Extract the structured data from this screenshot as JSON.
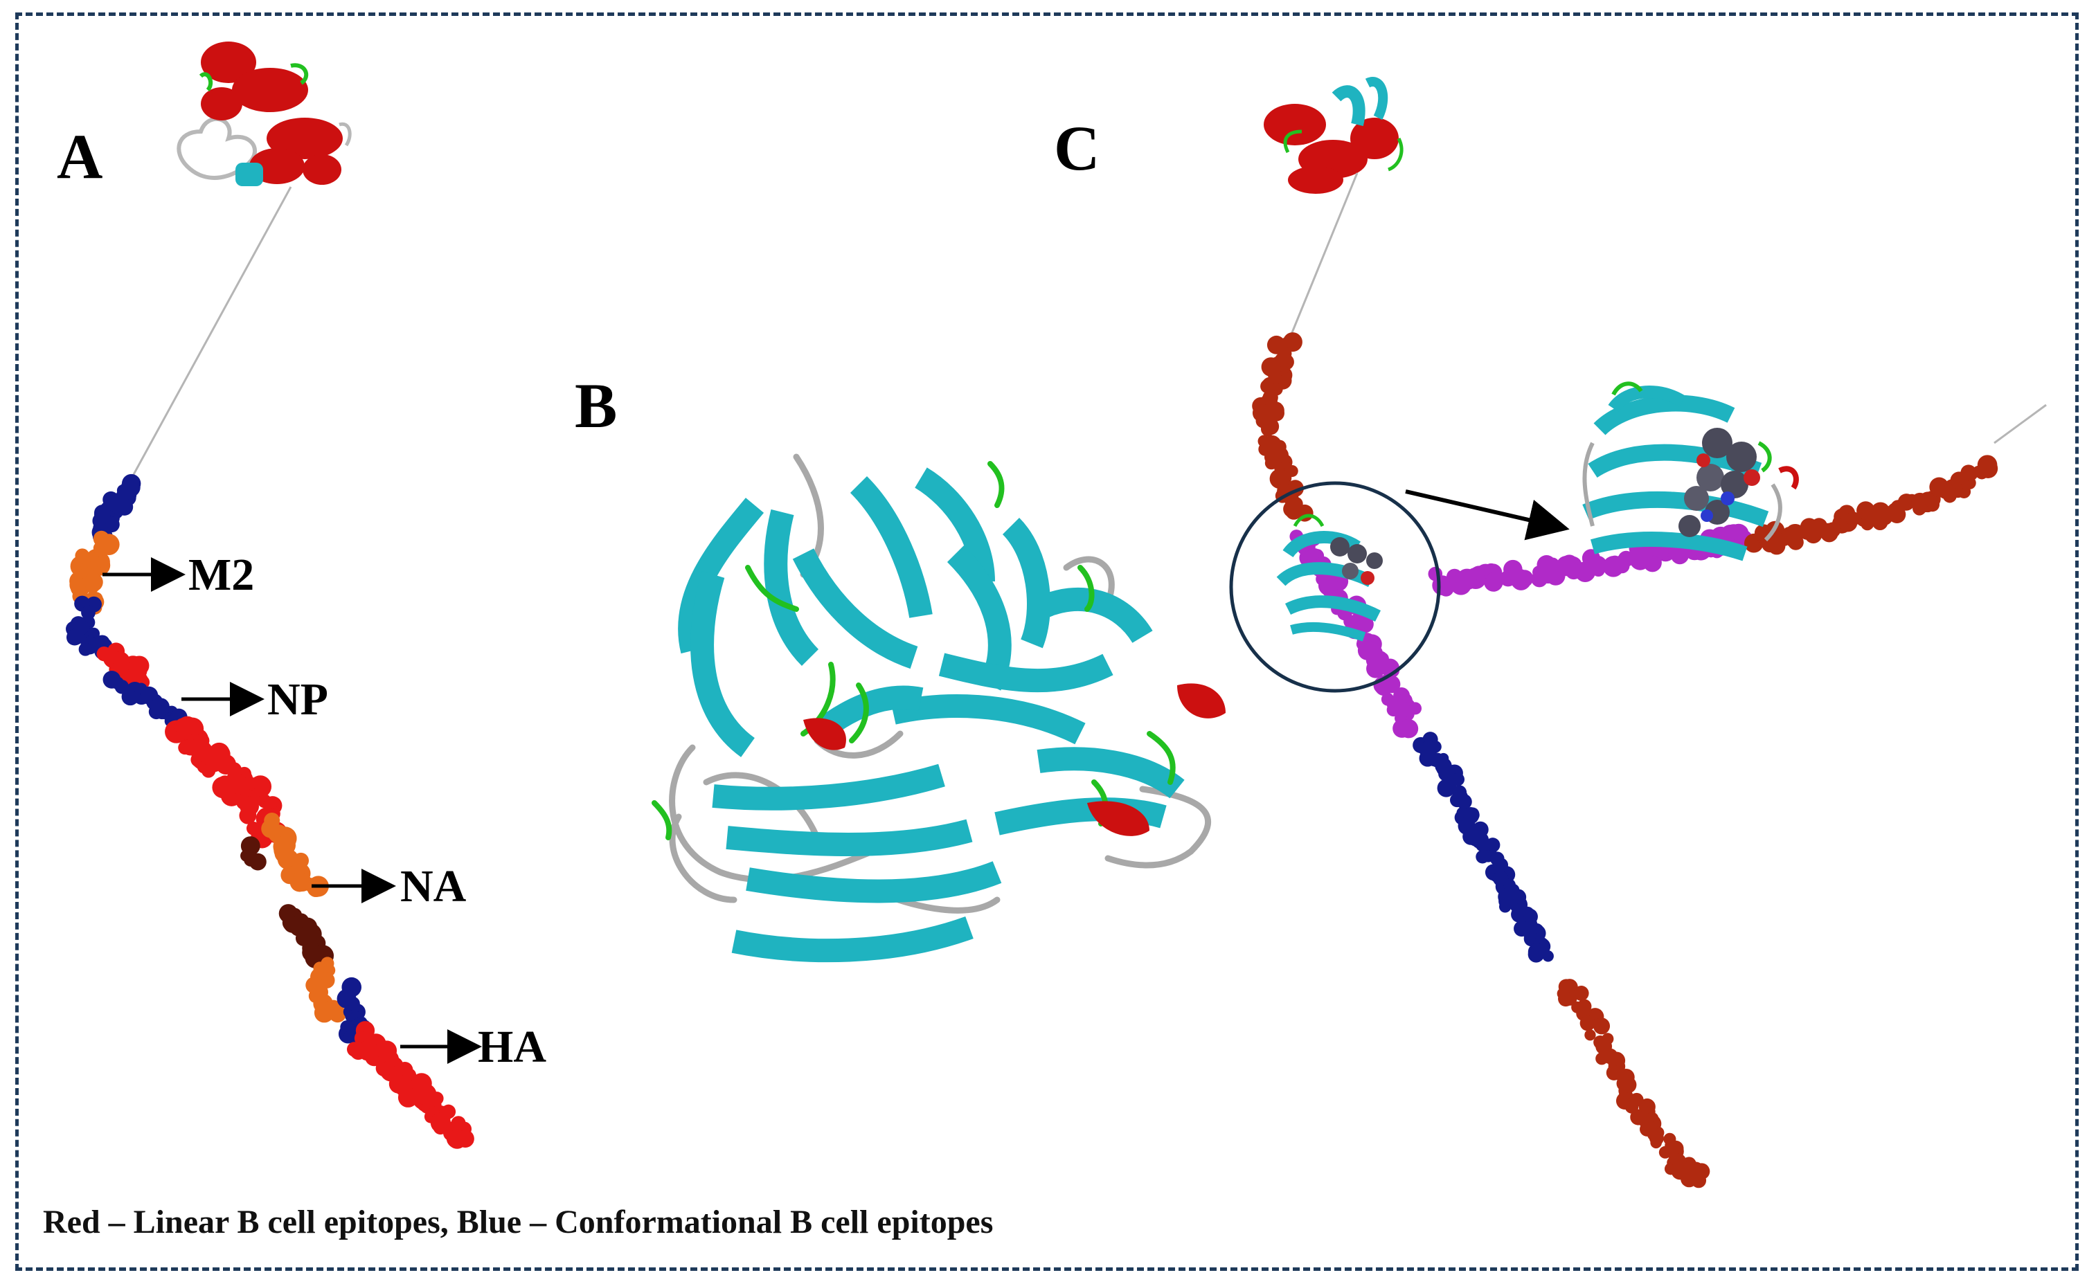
{
  "panels": {
    "a_label": "A",
    "b_label": "B",
    "c_label": "C"
  },
  "segments": {
    "m2": "M2",
    "np": "NP",
    "na": "NA",
    "ha": "HA"
  },
  "caption": "Red – Linear B cell epitopes, Blue – Conformational B cell epitopes",
  "colors": {
    "frame": "#1e3a5a",
    "helix_red": "#cc1010",
    "linear_red": "#e81818",
    "orange": "#e86c1c",
    "navy": "#121a8c",
    "maroon": "#5a1408",
    "cyan": "#1fb3c0",
    "coil_gray": "#a8a8a8",
    "green": "#22c020",
    "magenta": "#b02ac8",
    "brick": "#b02a10",
    "ligand": "#4a4a5a"
  }
}
